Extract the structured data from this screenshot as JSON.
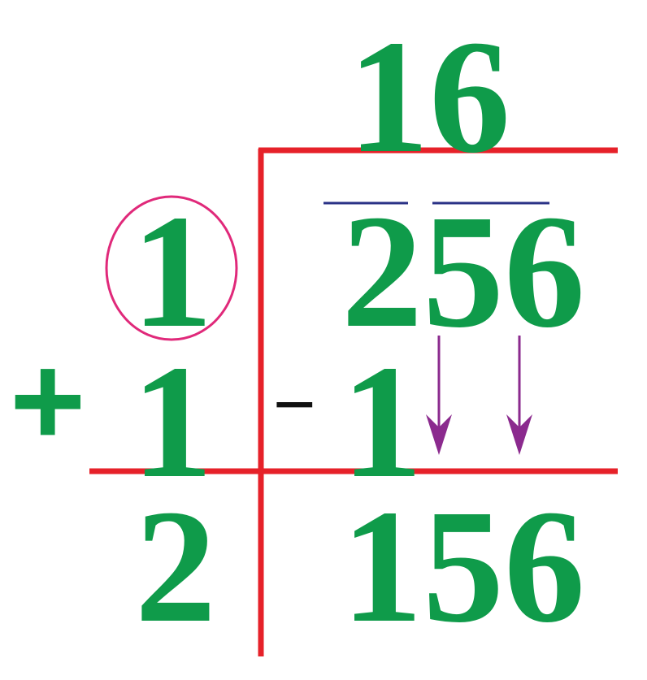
{
  "colors": {
    "digits": "#0f9b4a",
    "division_lines": "#e62129",
    "circle": "#e0297a",
    "overbars": "#2a3286",
    "arrows": "#8b2a8e",
    "minus": "#111111"
  },
  "quotient": "16",
  "dividend": "256",
  "dividend_groups": [
    "2",
    "56"
  ],
  "divisor_digit": "1",
  "plus_sign": "+",
  "added_digit": "1",
  "new_divisor": "2",
  "minus_sign": "−",
  "subtracted": "1",
  "remainder_with_bring_down": "156",
  "icons": [
    "down-arrow-icon",
    "down-arrow-icon"
  ]
}
